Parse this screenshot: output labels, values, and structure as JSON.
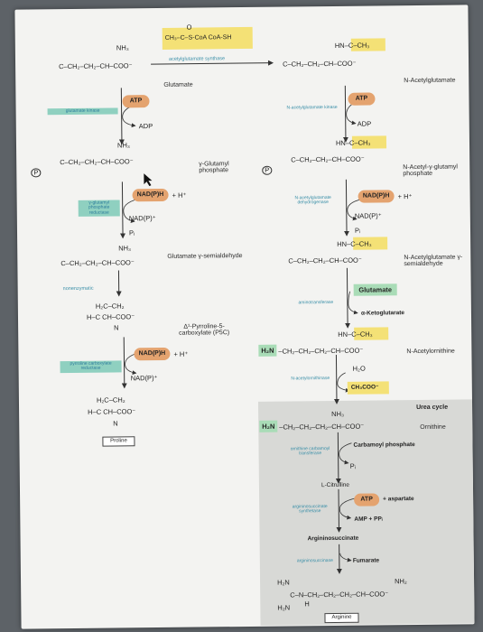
{
  "top": {
    "reagent": "CH₃–C–S-CoA  CoA-SH",
    "carbonyl_o": "O",
    "enzyme": "acetylglutamate synthase",
    "cosubstrate": "Glutamate"
  },
  "left": {
    "nh3_1": "NH₃",
    "glutamate_chain": "C–CH₂–CH₂–CH–COO⁻",
    "enzyme_1": "glutamate kinase",
    "atp_1": "ATP",
    "adp_1": "ADP",
    "nh3_2": "NH₃",
    "phosphate_chain": "C–CH₂–CH₂–CH–COO⁻",
    "p_label": "P",
    "name_2": "γ-Glutamyl phosphate",
    "nadph_1": "NAD(P)H",
    "h_1": "+ H⁺",
    "enzyme_2": "γ-glutamyl phosphate reductase",
    "nadp_1": "NAD(P)⁺",
    "pi_1": "Pᵢ",
    "nh3_3": "NH₃",
    "semialdehyde_chain": "C–CH₂–CH₂–CH–COO⁻",
    "name_3": "Glutamate γ-semialdehyde",
    "nonenzymatic": "nonenzymatic",
    "p5c_ring_top": "H₂C–CH₂",
    "p5c_ring_mid": "H–C   CH–COO⁻",
    "p5c_n": "N",
    "name_4": "Δ¹-Pyrroline-5-carboxylate (P5C)",
    "nadph_2": "NAD(P)H",
    "h_2": "+ H⁺",
    "enzyme_3": "pyrroline carboxylate reductase",
    "nadp_2": "NAD(P)⁺",
    "pro_ring_top": "H₂C–CH₂",
    "pro_ring_mid": "H–C   CH–COO⁻",
    "pro_n": "N",
    "proline": "Proline"
  },
  "right": {
    "hn_1": "HN–C–CH₃",
    "acetylglutamate_chain": "C–CH₂–CH₂–CH–COO⁻",
    "name_1": "N-Acetylglutamate",
    "enzyme_1": "N-acetylglutamate kinase",
    "atp_1": "ATP",
    "adp_1": "ADP",
    "hn_2": "HN–C–CH₃",
    "phosphate_chain": "C–CH₂–CH₂–CH–COO⁻",
    "p_label": "P",
    "name_2": "N-Acetyl-γ-glutamyl phosphate",
    "enzyme_2": "N-acetylglutamate dehydrogenase",
    "nadph_1": "NAD(P)H",
    "h_1": "+ H⁺",
    "nadp_1": "NAD(P)⁺",
    "pi_1": "Pᵢ",
    "hn_3": "HN–C–CH₃",
    "semialdehyde_chain": "C–CH₂–CH₂–CH–COO⁻",
    "name_3": "N-Acetylglutamate γ-semialdehyde",
    "enzyme_3": "aminotransferase",
    "glutamate": "Glutamate",
    "ketoglutarate": "α-Ketoglutarate",
    "hn_4": "HN–C–CH₃",
    "h2n_1": "H₂N",
    "ornithine_chain": "–CH₂–CH₂–CH₂–CH–COO⁻",
    "name_4": "N-Acetylornithine",
    "enzyme_4": "N-acetylornithinase",
    "h2o": "H₂O",
    "acetate": "CH₃COO⁻",
    "nh3_5": "NH₃",
    "h2n_2": "H₂N",
    "orn_chain": "–CH₂–CH₂–CH₂–CH–COO⁻",
    "urea_cycle": "Urea cycle",
    "ornithine": "Ornithine"
  },
  "urea": {
    "enzyme_1": "ornithine carbamoyl transferase",
    "carbamoyl": "Carbamoyl phosphate",
    "pi": "Pᵢ",
    "citrulline": "L-Citrulline",
    "enzyme_2": "argininosuccinate synthetase",
    "atp": "ATP",
    "aspartate": "+ aspartate",
    "amp": "AMP + PPᵢ",
    "argininosuccinate": "Argininosuccinate",
    "enzyme_3": "argininosuccinase",
    "fumarate": "Fumarate",
    "arg_h2n_top": "H₂N",
    "arg_h2n_bot": "H₂N",
    "arg_nh2": "NH₂",
    "arg_chain": "C–N–CH₂–CH₂–CH₂–CH–COO⁻",
    "arg_h": "H",
    "arginine": "Arginine"
  },
  "colors": {
    "enzyme_text": "#3a8fa8",
    "enzyme_box": "#8fd0c0",
    "atp_oval": "#e4a36f",
    "highlight_yellow": "#f4e176",
    "highlight_green": "#a9dcb7"
  }
}
